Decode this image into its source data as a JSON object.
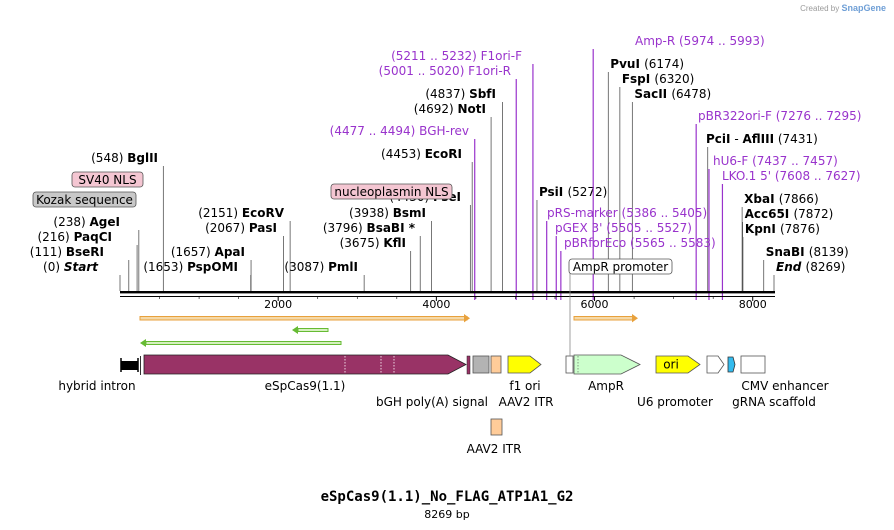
{
  "credit": {
    "prefix": "Created by",
    "brand": "SnapGene"
  },
  "plasmid": {
    "name": "eSpCas9(1.1)_No_FLAG_ATP1A1_G2",
    "length_label": "8269 bp",
    "length": 8269
  },
  "axis": {
    "ticks": [
      {
        "pos": 2000,
        "label": "2000"
      },
      {
        "pos": 4000,
        "label": "4000"
      },
      {
        "pos": 6000,
        "label": "6000"
      },
      {
        "pos": 8000,
        "label": "8000"
      }
    ]
  },
  "sites": [
    {
      "pos": "(0)",
      "name": "Start",
      "style": "italic",
      "bp": 0
    },
    {
      "pos": "(111)",
      "name": "BseRI",
      "style": "bold",
      "bp": 111
    },
    {
      "pos": "(216)",
      "name": "PaqCI",
      "style": "bold",
      "bp": 216
    },
    {
      "pos": "(238)",
      "name": "AgeI",
      "style": "bold",
      "bp": 238
    },
    {
      "pos": "(548)",
      "name": "BglII",
      "style": "bold",
      "bp": 548
    },
    {
      "pos": "(1653)",
      "name": "PspOMI",
      "style": "bold",
      "bp": 1653
    },
    {
      "pos": "(1657)",
      "name": "ApaI",
      "style": "bold",
      "bp": 1657
    },
    {
      "pos": "(2067)",
      "name": "PasI",
      "style": "bold",
      "bp": 2067
    },
    {
      "pos": "(2151)",
      "name": "EcoRV",
      "style": "bold",
      "bp": 2151
    },
    {
      "pos": "(3087)",
      "name": "PmlI",
      "style": "bold",
      "bp": 3087
    },
    {
      "pos": "(3675)",
      "name": "KflI",
      "style": "bold",
      "bp": 3675
    },
    {
      "pos": "(3796)",
      "name": "BsaBI *",
      "style": "bold",
      "bp": 3796
    },
    {
      "pos": "(3938)",
      "name": "BsmI",
      "style": "bold",
      "bp": 3938
    },
    {
      "pos": "(4430)",
      "name": "FseI",
      "style": "bold",
      "bp": 4430
    },
    {
      "pos": "(4453)",
      "name": "EcoRI",
      "style": "bold",
      "bp": 4453
    },
    {
      "pos": "(4692)",
      "name": "NotI",
      "style": "bold",
      "bp": 4692
    },
    {
      "pos": "(4837)",
      "name": "SbfI",
      "style": "bold",
      "bp": 4837
    },
    {
      "pos": "(5272)",
      "name": "PsiI",
      "style": "bold",
      "bp": 5272
    },
    {
      "pos": "(6174)",
      "name": "PvuI",
      "style": "bold",
      "bp": 6174
    },
    {
      "pos": "(6320)",
      "name": "FspI",
      "style": "bold",
      "bp": 6320
    },
    {
      "pos": "(6478)",
      "name": "SacII",
      "style": "bold",
      "bp": 6478
    },
    {
      "pos": "(7431)",
      "name": "PciI  -  AflIII",
      "style": "bold",
      "bp": 7431
    },
    {
      "pos": "(7866)",
      "name": "XbaI",
      "style": "bold",
      "bp": 7866
    },
    {
      "pos": "(7872)",
      "name": "Acc65I",
      "style": "bold",
      "bp": 7872
    },
    {
      "pos": "(7876)",
      "name": "KpnI",
      "style": "bold",
      "bp": 7876
    },
    {
      "pos": "(8139)",
      "name": "SnaBI",
      "style": "bold",
      "bp": 8139
    },
    {
      "pos": "(8269)",
      "name": "End",
      "style": "italic",
      "bp": 8269
    }
  ],
  "primers": [
    {
      "name": "F1ori-F",
      "range": "(5211 .. 5232)",
      "bp": 5221
    },
    {
      "name": "F1ori-R",
      "range": "(5001 .. 5020)",
      "bp": 5010
    },
    {
      "name": "BGH-rev",
      "range": "(4477 .. 4494)",
      "bp": 4485
    },
    {
      "name": "Amp-R",
      "range": "(5974 .. 5993)",
      "bp": 5983
    },
    {
      "name": "pBR322ori-F",
      "range": "(7276 .. 7295)",
      "bp": 7285
    },
    {
      "name": "hU6-F",
      "range": "(7437 .. 7457)",
      "bp": 7447
    },
    {
      "name": "LKO.1 5'",
      "range": "(7608 .. 7627)",
      "bp": 7617
    },
    {
      "name": "pRS-marker",
      "range": "(5386 .. 5405)",
      "bp": 5395
    },
    {
      "name": "pGEX 3'",
      "range": "(5505 .. 5527)",
      "bp": 5516
    },
    {
      "name": "pBRforEco",
      "range": "(5565 .. 5583)",
      "bp": 5574
    }
  ],
  "boxed_labels": [
    {
      "name": "SV40 NLS",
      "bp": 55
    },
    {
      "name": "Kozak sequence",
      "bp": 4
    },
    {
      "name": "nucleoplasmin NLS",
      "bp": 4450
    },
    {
      "name": "AmpR promoter",
      "bp": 5930
    }
  ],
  "features": [
    {
      "name": "hybrid intron",
      "color": "#000000"
    },
    {
      "name": "eSpCas9(1.1)",
      "color": "#993366"
    },
    {
      "name": "bGH poly(A) signal",
      "color": "#b3b3b3"
    },
    {
      "name": "AAV2 ITR",
      "color": "#ffcc99"
    },
    {
      "name": "f1 ori",
      "color": "#ffff00"
    },
    {
      "name": "AmpR",
      "color": "#ccffcc"
    },
    {
      "name": "U6 promoter",
      "color": "#ffffff"
    },
    {
      "name": "ori",
      "color": "#ffff00"
    },
    {
      "name": "gRNA scaffold",
      "color": "#33bbee"
    },
    {
      "name": "CMV enhancer",
      "color": "#ffffff"
    },
    {
      "name": "AAV2 ITR",
      "color": "#ffcc99"
    }
  ],
  "colors": {
    "enzyme": "#000000",
    "primer": "#9933cc",
    "orf": "#e8a13c",
    "orf_rev": "#66bb33"
  }
}
